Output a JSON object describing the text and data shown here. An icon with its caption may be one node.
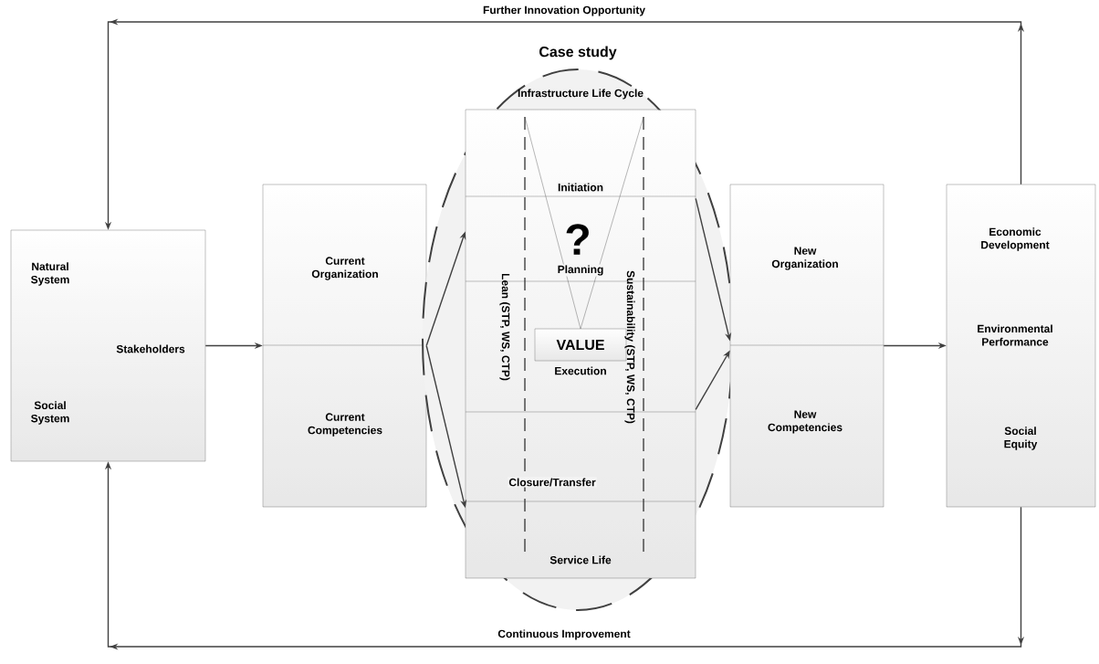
{
  "diagram": {
    "nodes": [
      {
        "text": [
          "Natural System",
          "Stakeholders",
          "Social System"
        ]
      },
      {
        "text": [
          "Current Organization",
          "Current Competencies"
        ]
      },
      {
        "text": [
          "Case study"
        ]
      },
      {
        "text": [
          "Infrastructure Life Cycle",
          "Initiation",
          "Planning",
          "Execution",
          "Closure/Transfer",
          "Service Life"
        ],
        "in": 2
      },
      {
        "text": [
          "VALUE"
        ],
        "in": 3
      },
      {
        "text": [
          "New Organization",
          "New Competencies"
        ]
      },
      {
        "text": [
          "Economic Development",
          "Environmental Performance",
          "Social Equity"
        ]
      }
    ],
    "edges": [
      {
        "from": 0,
        "to": 1,
        "arrow": "to"
      },
      {
        "from": 1,
        "to": 3,
        "arrow": "to"
      },
      {
        "from": 1,
        "to": 3,
        "arrow": "to"
      },
      {
        "from": 3,
        "to": 5,
        "arrow": "to"
      },
      {
        "from": 3,
        "to": 5,
        "arrow": "to"
      },
      {
        "from": 5,
        "to": 6,
        "arrow": "to"
      },
      {
        "from": 6,
        "to": 0,
        "arrow": "to",
        "label": "Further Innovation Opportunity"
      },
      {
        "from": 6,
        "to": 0,
        "arrow": "to",
        "label": "Continuous Improvement"
      }
    ],
    "labels": [
      "?",
      "Lean (STP, WS, CTP)",
      "Sustainability (STP, WS, CTP)"
    ]
  }
}
